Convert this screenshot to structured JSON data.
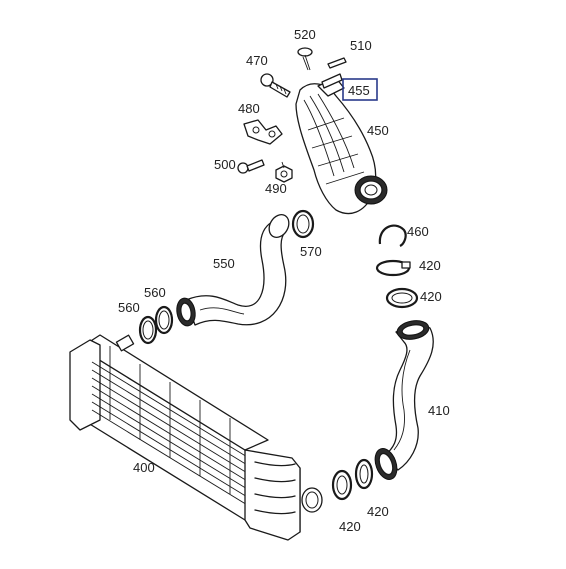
{
  "labels": {
    "l520": "520",
    "l510": "510",
    "l470": "470",
    "l455": "455",
    "l480": "480",
    "l450": "450",
    "l500": "500",
    "l490": "490",
    "l460": "460",
    "l570": "570",
    "l550": "550",
    "l420a": "420",
    "l420b": "420",
    "l560a": "560",
    "l560b": "560",
    "l410": "410",
    "l400": "400",
    "l420c": "420",
    "l420d": "420"
  },
  "colors": {
    "line": "#1a1a1a",
    "highlight": "#2a3a8a",
    "background": "#ffffff"
  }
}
